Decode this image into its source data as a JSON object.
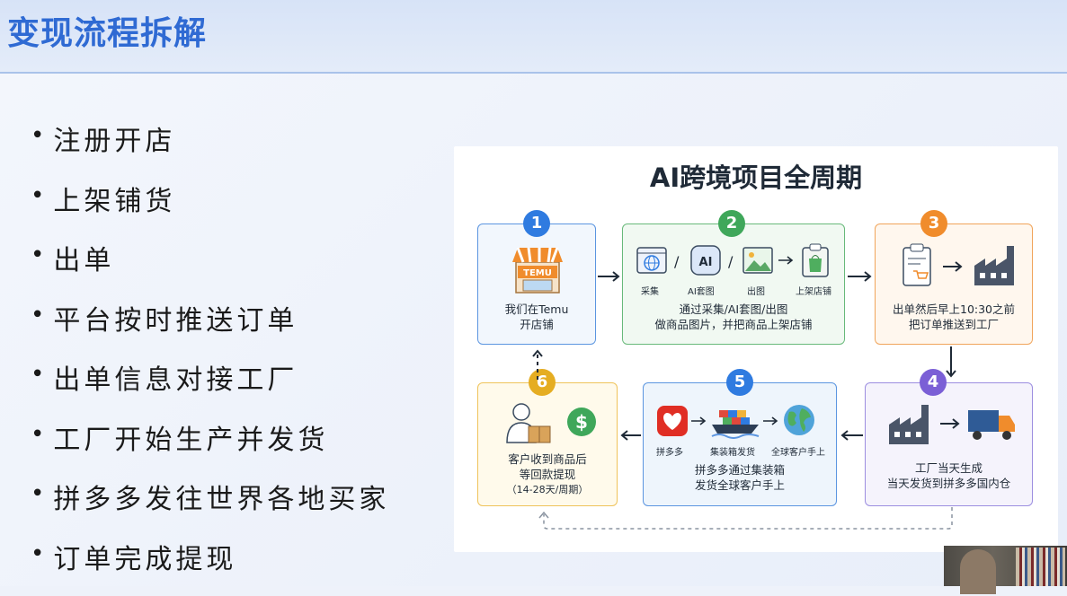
{
  "slide": {
    "title": "变现流程拆解",
    "bullets": [
      "注册开店",
      "上架铺货",
      "出单",
      "平台按时推送订单",
      "出单信息对接工厂",
      "工厂开始生产并发货",
      "拼多多发往世界各地买家",
      "订单完成提现"
    ]
  },
  "infographic": {
    "title": "AI跨境项目全周期",
    "steps": [
      {
        "num": "1",
        "line1": "我们在Temu",
        "line2": "开店铺",
        "logo": "TEMU"
      },
      {
        "num": "2",
        "line1": "通过采集/AI套图/出图",
        "line2": "做商品图片，并把商品上架店铺",
        "sub": [
          "采集",
          "AI套图",
          "出图",
          "上架店铺"
        ],
        "sep": "/",
        "ai_label": "AI"
      },
      {
        "num": "3",
        "line1": "出单然后早上10:30之前",
        "line2": "把订单推送到工厂"
      },
      {
        "num": "4",
        "line1": "工厂当天生成",
        "line2": "当天发货到拼多多国内仓"
      },
      {
        "num": "5",
        "line1": "拼多多通过集装箱",
        "line2": "发货全球客户手上",
        "sub": [
          "拼多多",
          "集装箱发货",
          "全球客户手上"
        ]
      },
      {
        "num": "6",
        "line1": "客户收到商品后",
        "line2": "等回款提现",
        "line3": "（14-28天/周期）",
        "dollar": "$"
      }
    ]
  },
  "colors": {
    "title": "#2f6ad3",
    "step1": "#2f7be0",
    "step2": "#3fa75a",
    "step3": "#f08c2c",
    "step4": "#7b5fd6",
    "step5": "#2f7be0",
    "step6": "#e5ad22"
  }
}
